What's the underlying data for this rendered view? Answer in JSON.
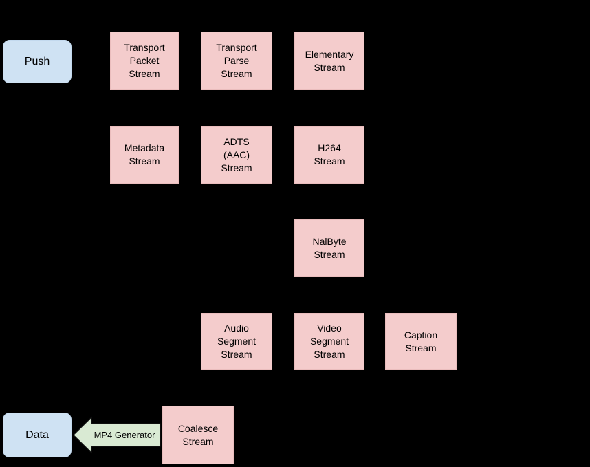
{
  "terminals": {
    "push": {
      "label": "Push"
    },
    "data": {
      "label": "Data"
    }
  },
  "arrow": {
    "label": "MP4 Generator"
  },
  "nodes": [
    {
      "id": "transport-packet-stream",
      "label": "Transport\nPacket\nStream"
    },
    {
      "id": "transport-parse-stream",
      "label": "Transport\nParse\nStream"
    },
    {
      "id": "elementary-stream",
      "label": "Elementary\nStream"
    },
    {
      "id": "metadata-stream",
      "label": "Metadata\nStream"
    },
    {
      "id": "adts-aac-stream",
      "label": "ADTS\n(AAC)\nStream"
    },
    {
      "id": "h264-stream",
      "label": "H264\nStream"
    },
    {
      "id": "nalbyte-stream",
      "label": "NalByte\nStream"
    },
    {
      "id": "audio-segment-stream",
      "label": "Audio\nSegment\nStream"
    },
    {
      "id": "video-segment-stream",
      "label": "Video\nSegment\nStream"
    },
    {
      "id": "caption-stream",
      "label": "Caption\nStream"
    },
    {
      "id": "coalesce-stream",
      "label": "Coalesce\nStream"
    }
  ],
  "colors": {
    "background": "#000000",
    "node_fill": "#f4cccc",
    "node_border": "#eabdbd",
    "terminal_fill": "#cfe2f3",
    "terminal_border": "#c3d9ee",
    "arrow_fill": "#d9ead3",
    "arrow_border": "#1a1a1a",
    "text_color": "#000000"
  }
}
